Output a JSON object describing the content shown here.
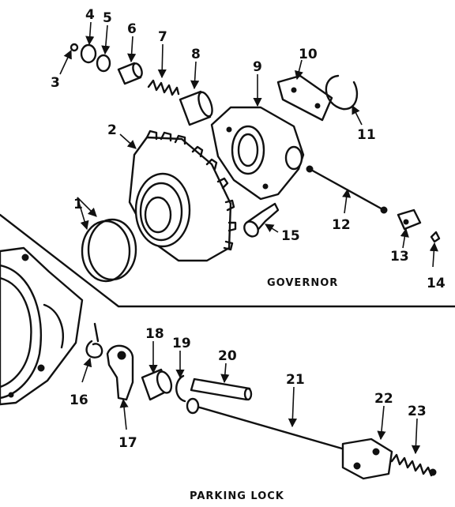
{
  "sections": {
    "governor": "GOVERNOR",
    "parking_lock": "PARKING LOCK"
  },
  "callouts": [
    "1",
    "2",
    "3",
    "4",
    "5",
    "6",
    "7",
    "8",
    "9",
    "10",
    "11",
    "12",
    "13",
    "14",
    "15",
    "16",
    "17",
    "18",
    "19",
    "20",
    "21",
    "22",
    "23"
  ]
}
